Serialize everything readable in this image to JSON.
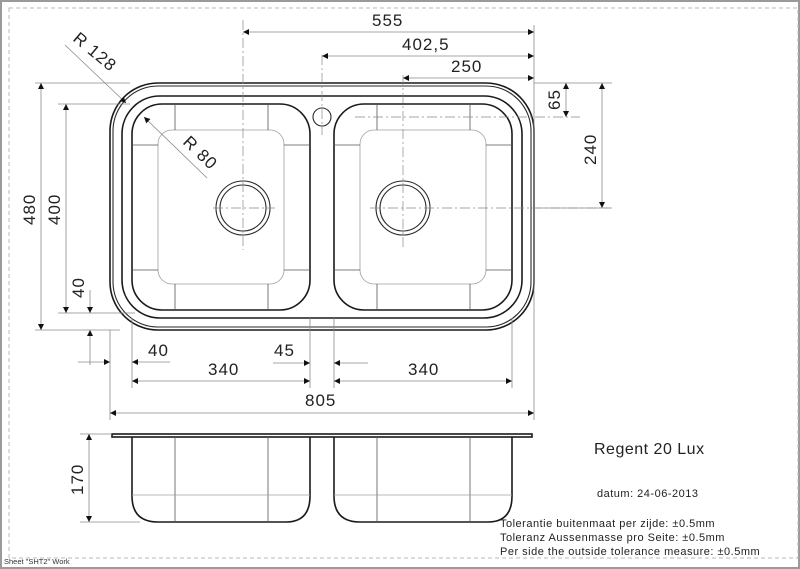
{
  "drawing": {
    "product_name": "Regent 20 Lux",
    "date_label": "datum: 24-06-2013",
    "sheet_label": "Sheet \"SHT2\" Work",
    "tolerances": [
      "Tolerantie buitenmaat per zijde: ±0.5mm",
      "Toleranz Aussenmasse pro Seite: ±0.5mm",
      "Per side the outside tolerance measure: ±0.5mm"
    ],
    "dimensions": {
      "overall_width": "805",
      "overall_depth": "480",
      "bowl_depth_inner": "400",
      "tap_hole_to_right": "555",
      "tap_hole_offset": "402,5",
      "bowl_center_to_right": "250",
      "tap_hole_from_top": "65",
      "drain_from_top": "240",
      "corner_outer_radius": "R 128",
      "corner_inner_radius": "R 80",
      "bottom_margin": "40",
      "left_margin": "40",
      "left_bowl_width": "340",
      "divider_width": "45",
      "right_bowl_width": "340",
      "bowl_height": "170"
    }
  }
}
